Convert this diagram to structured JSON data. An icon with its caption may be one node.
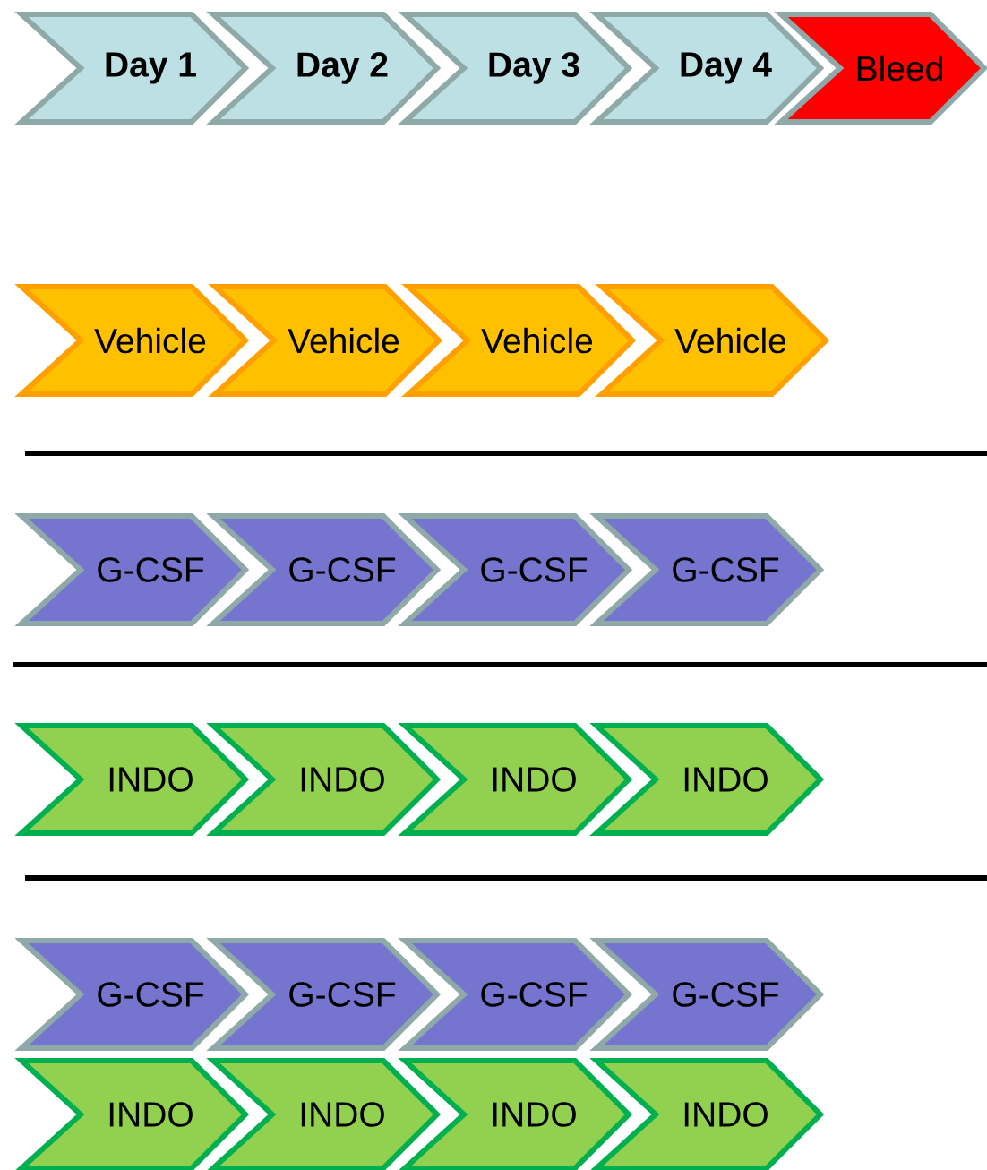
{
  "diagram": {
    "nodes": [
      {
        "text": [
          "Day 1"
        ]
      },
      {
        "text": [
          "Day 2"
        ]
      },
      {
        "text": [
          "Day 3"
        ]
      },
      {
        "text": [
          "Day 4"
        ]
      },
      {
        "text": [
          "Bleed"
        ]
      },
      {
        "text": [
          "Vehicle"
        ]
      },
      {
        "text": [
          "Vehicle"
        ]
      },
      {
        "text": [
          "Vehicle"
        ]
      },
      {
        "text": [
          "Vehicle"
        ]
      },
      {
        "text": [
          "G-CSF"
        ]
      },
      {
        "text": [
          "G-CSF"
        ]
      },
      {
        "text": [
          "G-CSF"
        ]
      },
      {
        "text": [
          "G-CSF"
        ]
      },
      {
        "text": [
          "INDO"
        ]
      },
      {
        "text": [
          "INDO"
        ]
      },
      {
        "text": [
          "INDO"
        ]
      },
      {
        "text": [
          "INDO"
        ]
      },
      {
        "text": [
          "G-CSF"
        ]
      },
      {
        "text": [
          "G-CSF"
        ]
      },
      {
        "text": [
          "G-CSF"
        ]
      },
      {
        "text": [
          "G-CSF"
        ]
      },
      {
        "text": [
          "INDO"
        ]
      },
      {
        "text": [
          "INDO"
        ]
      },
      {
        "text": [
          "INDO"
        ]
      },
      {
        "text": [
          "INDO"
        ]
      }
    ]
  }
}
